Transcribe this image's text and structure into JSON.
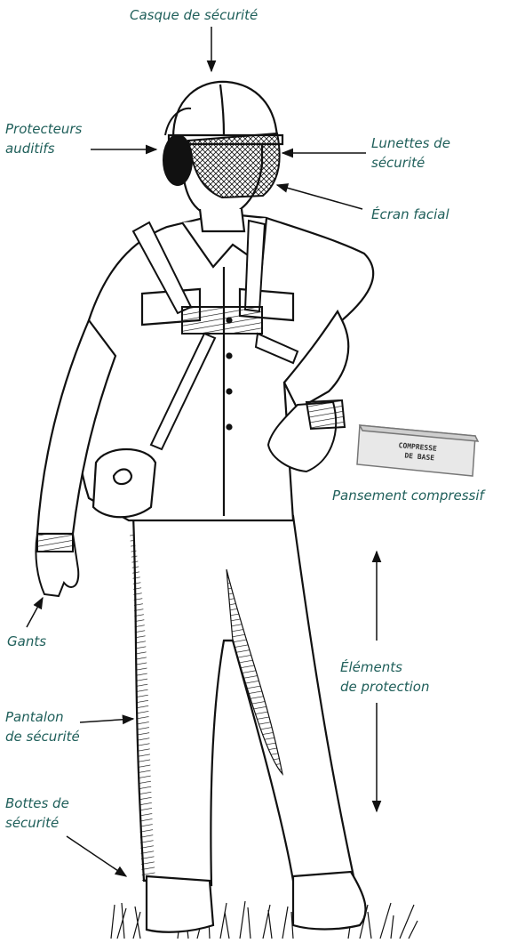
{
  "colors": {
    "label": "#1f5f5a",
    "ink": "#111111",
    "fabric": "#ffffff"
  },
  "labels": {
    "helmet": "Casque de sécurité",
    "ear_protectors": [
      "Protecteurs",
      "auditifs"
    ],
    "glasses": [
      "Lunettes de",
      "sécurité"
    ],
    "face_screen": "Écran facial",
    "compress": "Pansement compressif",
    "gloves": "Gants",
    "protection": [
      "Éléments",
      "de protection"
    ],
    "trousers": [
      "Pantalon",
      "de sécurité"
    ],
    "boots": [
      "Bottes de",
      "sécurité"
    ]
  },
  "compress_card_text": [
    "COMPRESSE",
    "DE BASE"
  ]
}
